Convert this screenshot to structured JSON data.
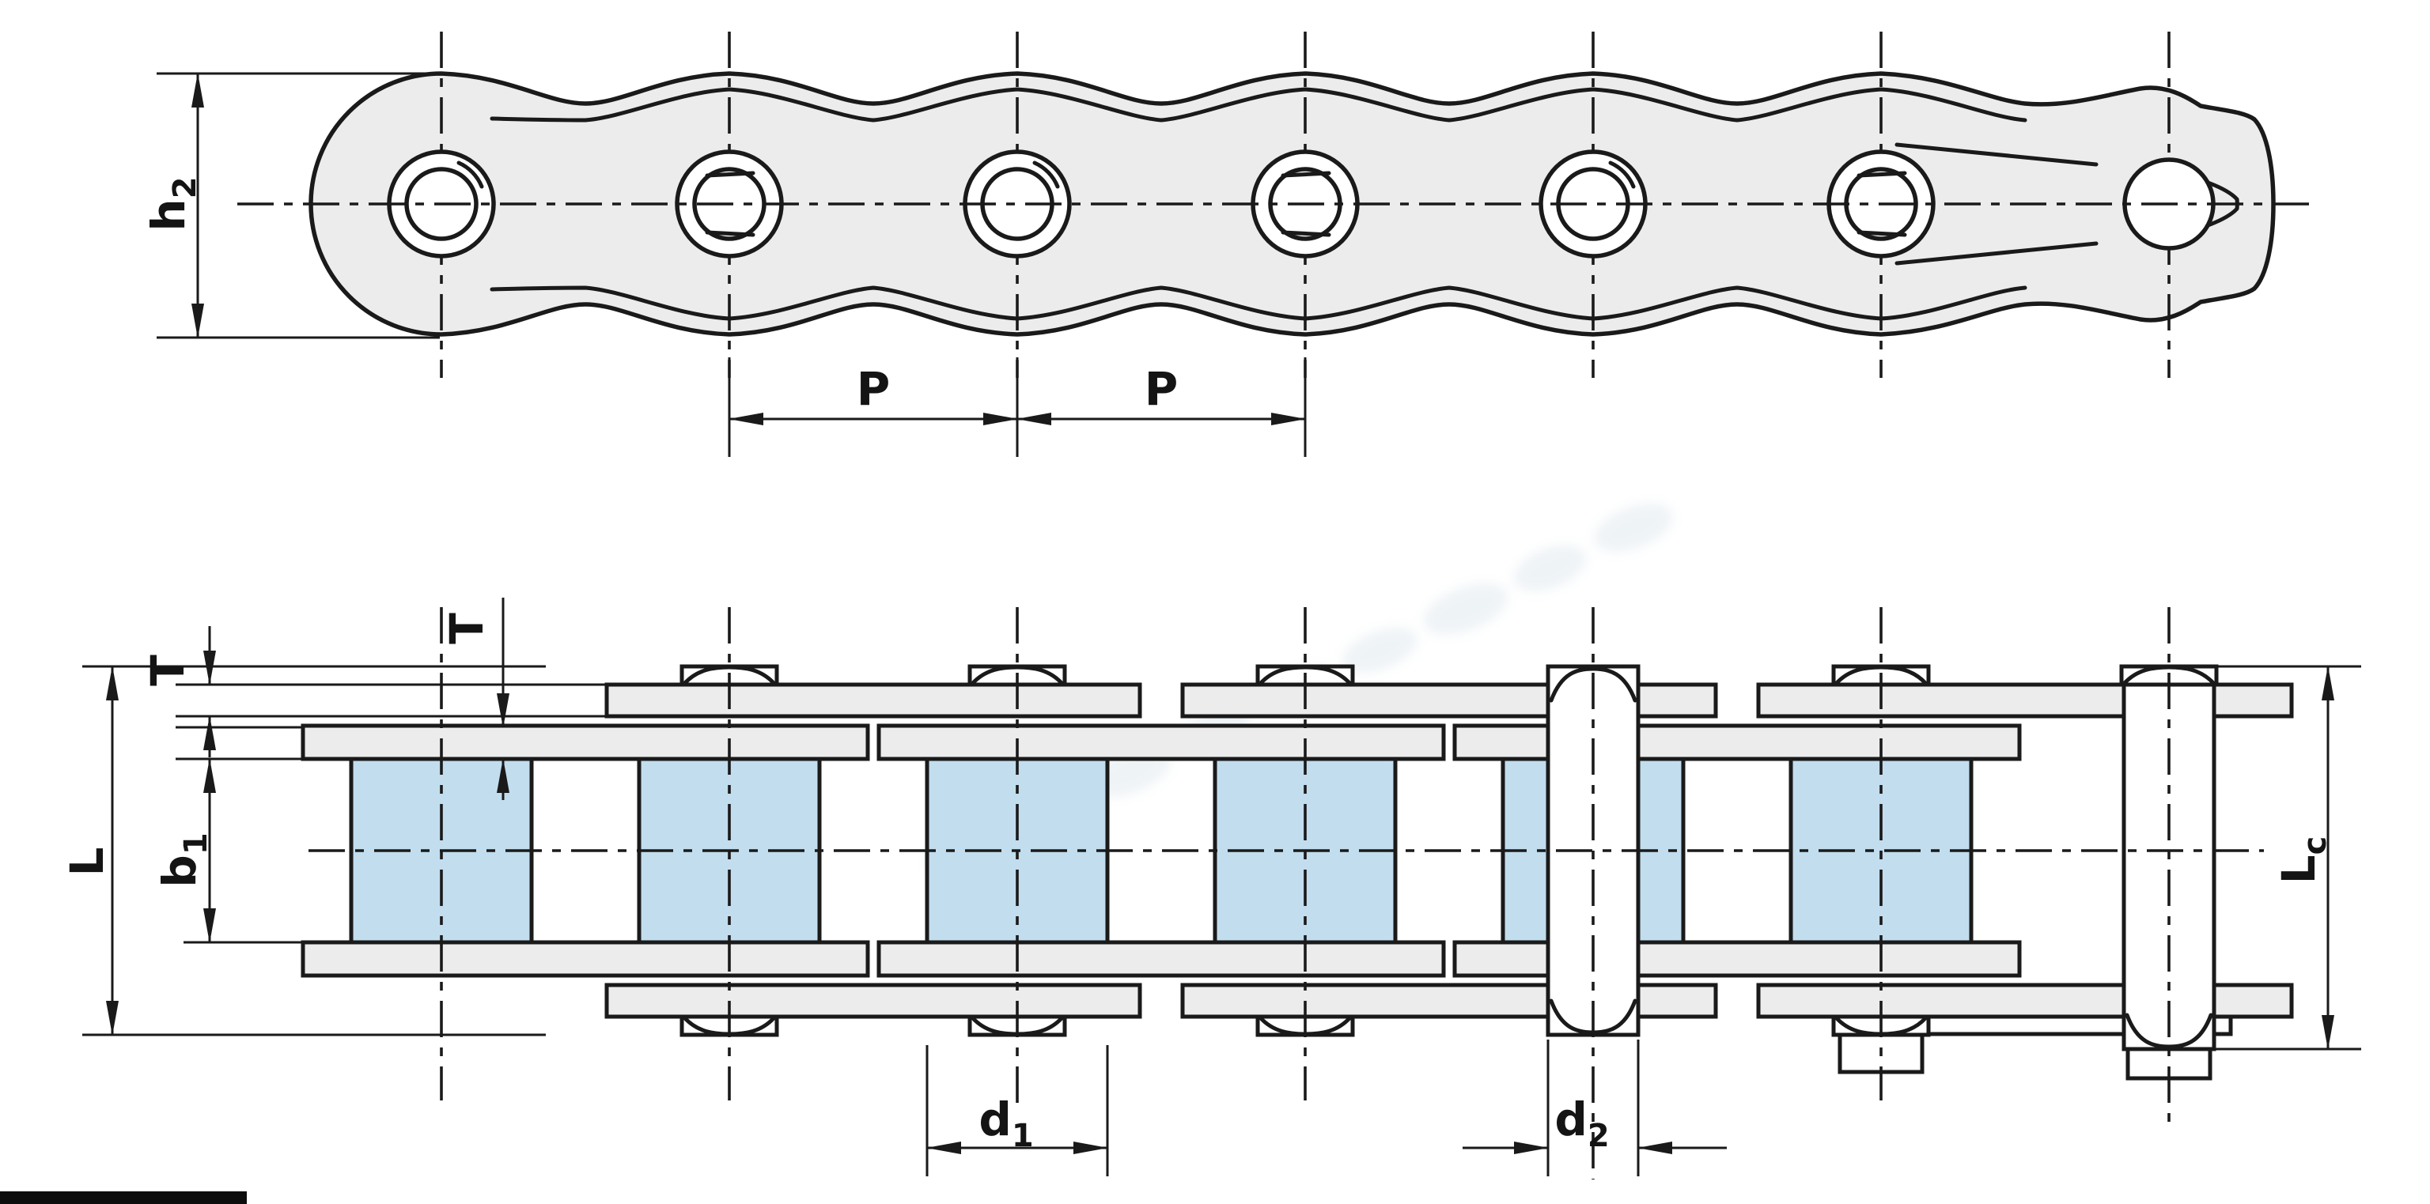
{
  "drawing": {
    "kind": "roller-chain-dimension-diagram",
    "views": {
      "count": 2
    }
  },
  "labels": {
    "h2": {
      "main": "h",
      "sub": "2"
    },
    "P_left": {
      "main": "P",
      "sub": ""
    },
    "P_right": {
      "main": "P",
      "sub": ""
    },
    "T_outer": {
      "main": "T",
      "sub": ""
    },
    "T_inner": {
      "main": "T",
      "sub": ""
    },
    "L": {
      "main": "L",
      "sub": ""
    },
    "b1": {
      "main": "b",
      "sub": "1"
    },
    "d1": {
      "main": "d",
      "sub": "1"
    },
    "d2": {
      "main": "d",
      "sub": "2"
    },
    "Lc": {
      "main": "L",
      "sub": "c"
    }
  },
  "colors": {
    "line": "#1a1a1a",
    "plate_fill": "#ececec",
    "roller_fill": "#c2ddee",
    "background": "#ffffff",
    "watermark": "#86a8bd",
    "scan_bar": "#0d0d0d"
  }
}
